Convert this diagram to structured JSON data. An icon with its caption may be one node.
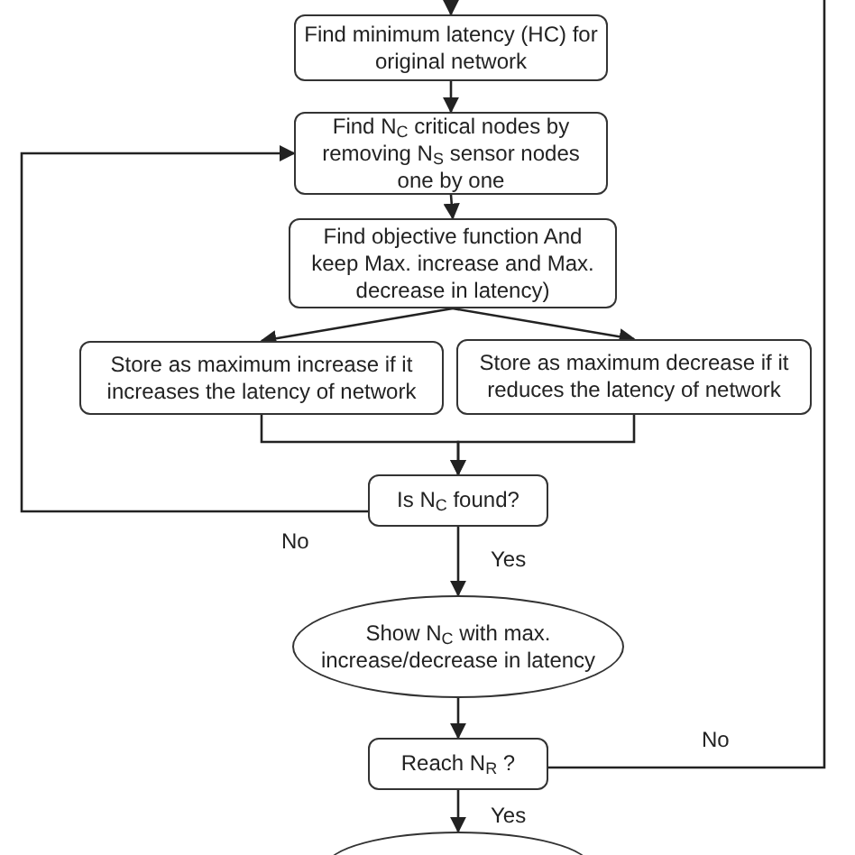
{
  "diagram": {
    "nodes": [
      {
        "text": [
          "Find minimum latency (HC) for original network"
        ]
      },
      {
        "text": [
          "Find N$_{C}$ critical nodes by removing N$_{S}$ sensor nodes one by one"
        ]
      },
      {
        "text": [
          "Find objective function And keep Max. increase and Max. decrease in latency)"
        ]
      },
      {
        "text": [
          "Store as maximum increase if it increases the latency of network"
        ]
      },
      {
        "text": [
          "Store as maximum decrease if it reduces the latency of network"
        ]
      },
      {
        "text": [
          "Is N$_{C}$ found?"
        ]
      },
      {
        "text": [
          "Show N$_{C}$ with max. increase/decrease in latency"
        ]
      },
      {
        "text": [
          "Reach N$_{R}$ ?"
        ]
      },
      {
        "text": [],
        "shape": "ellipse"
      }
    ],
    "edges": [
      {
        "from": null,
        "to": 0,
        "arrow": "to"
      },
      {
        "from": 0,
        "to": 1,
        "arrow": "to"
      },
      {
        "from": 1,
        "to": 2,
        "arrow": "to"
      },
      {
        "from": 2,
        "to": 3,
        "arrow": "to"
      },
      {
        "from": 2,
        "to": 4,
        "arrow": "to"
      },
      {
        "from": 3,
        "to": 5,
        "arrow": "to"
      },
      {
        "from": 4,
        "to": 5,
        "arrow": "to"
      },
      {
        "from": 5,
        "to": 1,
        "arrow": "to",
        "label": "No"
      },
      {
        "from": 5,
        "to": 6,
        "arrow": "to",
        "label": "Yes"
      },
      {
        "from": 6,
        "to": 7,
        "arrow": "to"
      },
      {
        "from": 7,
        "to": 8,
        "arrow": "to",
        "label": "Yes"
      },
      {
        "from": 7,
        "to": null,
        "arrow": "none",
        "label": "No"
      }
    ]
  }
}
